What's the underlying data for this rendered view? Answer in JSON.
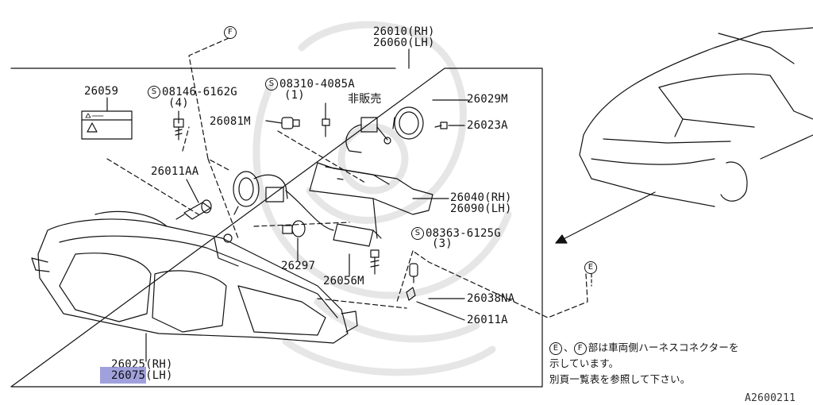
{
  "diagram_id": "A2600211",
  "parts": {
    "p26010": "26010(RH)",
    "p26060": "26060(LH)",
    "p26059": "26059",
    "bolt1_code": "08146-6162G",
    "bolt1_qty": "(4)",
    "bolt2_code": "08310-4085A",
    "bolt2_qty": "(1)",
    "not_for_sale": "非販売",
    "p26029M": "26029M",
    "p26081M": "26081M",
    "p26023A": "26023A",
    "p26011AA": "26011AA",
    "p26040": "26040(RH)",
    "p26090": "26090(LH)",
    "bolt3_code": "08363-6125G",
    "bolt3_qty": "(3)",
    "p26297": "26297",
    "p26056M": "26056M",
    "p26038NA": "26038NA",
    "p26011A": "26011A",
    "p26025": "26025(RH)",
    "p26075_selected": "2607",
    "p26075_rest": "5(LH)"
  },
  "markers": {
    "screw": "S",
    "E": "E",
    "F": "F"
  },
  "note": {
    "line1_suffix": "部は車両側ハーネスコネクターを",
    "line2": "示しています。",
    "line3": "別頁一覧表を参照して下さい。",
    "sep": "、"
  },
  "colors": {
    "line": "#111111",
    "selection": "#8f91d6",
    "watermark": "#e6e6e6"
  }
}
